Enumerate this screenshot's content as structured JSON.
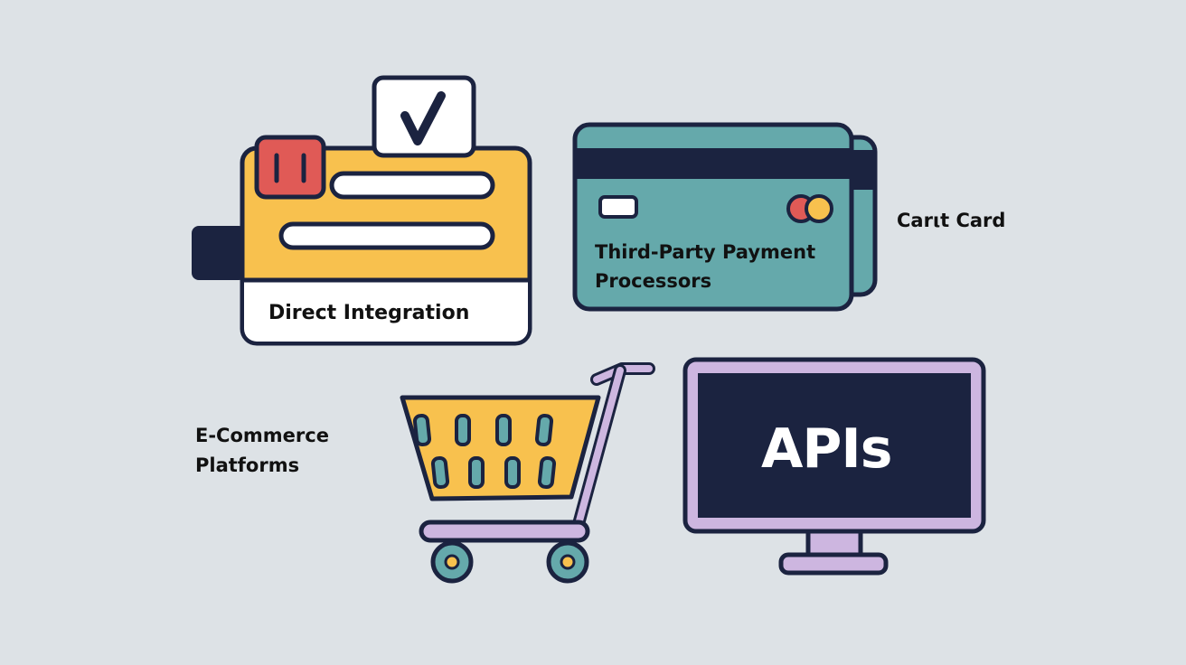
{
  "colors": {
    "background": "#dde2e6",
    "outline": "#1b2340",
    "yellow": "#f8c14e",
    "teal": "#65a9ab",
    "red": "#e05a56",
    "lavender": "#cdb6e0",
    "white": "#ffffff"
  },
  "items": [
    {
      "id": "direct-integration",
      "label": "Direct Integration",
      "icon": "payment-form-icon"
    },
    {
      "id": "third-party",
      "label_line1": "Third-Party Payment",
      "label_line2": "Processors",
      "icon": "credit-card-icon"
    },
    {
      "id": "card-label",
      "label": "Carιt Card"
    },
    {
      "id": "ecommerce",
      "label_line1": "E-Commerce",
      "label_line2": "Platforms",
      "icon": "shopping-cart-icon"
    },
    {
      "id": "apis",
      "label": "APIs",
      "icon": "monitor-icon"
    }
  ],
  "check_mark": "✓"
}
